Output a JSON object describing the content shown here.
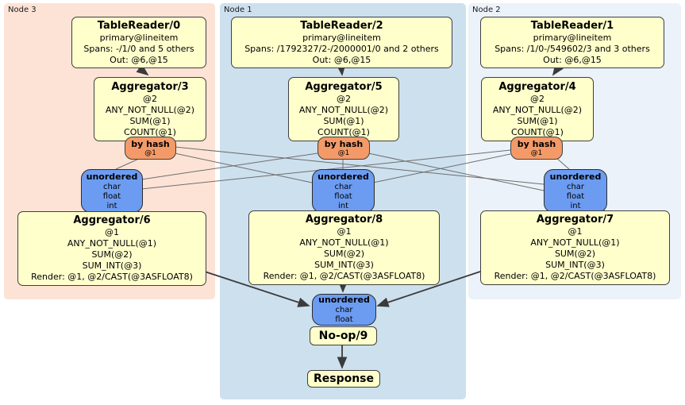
{
  "diagram": "distsql-plan",
  "colors": {
    "region_node3": "#fde3d6",
    "region_node1": "#cde0ee",
    "region_node2": "#ecf2f9",
    "processor_fill": "#ffffcc",
    "router_fill": "#f49a68",
    "stream_fill": "#6c9cf2"
  },
  "nodes": [
    {
      "label": "Node 3",
      "table_reader": {
        "title": "TableReader/0",
        "lines": [
          "primary@lineitem",
          "Spans: -/1/0 and 5 others",
          "Out: @6,@15"
        ]
      },
      "aggregator_top": {
        "title": "Aggregator/3",
        "lines": [
          "@2",
          "ANY_NOT_NULL(@2)",
          "SUM(@1)",
          "COUNT(@1)"
        ]
      },
      "router": {
        "title": "by hash",
        "detail": "@1"
      },
      "stream": {
        "title": "unordered",
        "types": [
          "char",
          "float",
          "int"
        ]
      },
      "aggregator_bottom": {
        "title": "Aggregator/6",
        "lines": [
          "@1",
          "ANY_NOT_NULL(@1)",
          "SUM(@2)",
          "SUM_INT(@3)",
          "Render: @1, @2/CAST(@3ASFLOAT8)"
        ]
      }
    },
    {
      "label": "Node 1",
      "table_reader": {
        "title": "TableReader/2",
        "lines": [
          "primary@lineitem",
          "Spans: /1792327/2-/2000001/0 and 2 others",
          "Out: @6,@15"
        ]
      },
      "aggregator_top": {
        "title": "Aggregator/5",
        "lines": [
          "@2",
          "ANY_NOT_NULL(@2)",
          "SUM(@1)",
          "COUNT(@1)"
        ]
      },
      "router": {
        "title": "by hash",
        "detail": "@1"
      },
      "stream": {
        "title": "unordered",
        "types": [
          "char",
          "float",
          "int"
        ]
      },
      "aggregator_bottom": {
        "title": "Aggregator/8",
        "lines": [
          "@1",
          "ANY_NOT_NULL(@1)",
          "SUM(@2)",
          "SUM_INT(@3)",
          "Render: @1, @2/CAST(@3ASFLOAT8)"
        ]
      }
    },
    {
      "label": "Node 2",
      "table_reader": {
        "title": "TableReader/1",
        "lines": [
          "primary@lineitem",
          "Spans: /1/0-/549602/3 and 3 others",
          "Out: @6,@15"
        ]
      },
      "aggregator_top": {
        "title": "Aggregator/4",
        "lines": [
          "@2",
          "ANY_NOT_NULL(@2)",
          "SUM(@1)",
          "COUNT(@1)"
        ]
      },
      "router": {
        "title": "by hash",
        "detail": "@1"
      },
      "stream": {
        "title": "unordered",
        "types": [
          "char",
          "float",
          "int"
        ]
      },
      "aggregator_bottom": {
        "title": "Aggregator/7",
        "lines": [
          "@1",
          "ANY_NOT_NULL(@1)",
          "SUM(@2)",
          "SUM_INT(@3)",
          "Render: @1, @2/CAST(@3ASFLOAT8)"
        ]
      }
    }
  ],
  "sink": {
    "stream": {
      "title": "unordered",
      "types": [
        "char",
        "float"
      ]
    },
    "noop": "No-op/9",
    "response": "Response"
  }
}
